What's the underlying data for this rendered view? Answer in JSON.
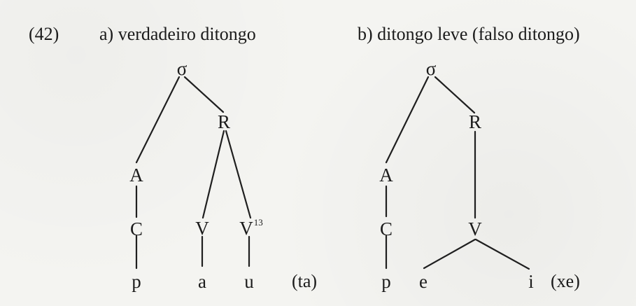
{
  "example_number": "(42)",
  "tree_a": {
    "caption": "a) verdadeiro ditongo",
    "nodes": {
      "sigma": "σ",
      "R": "R",
      "A": "A",
      "C": "C",
      "V1": "V",
      "V2": "V",
      "V2_sup": "13",
      "p": "p",
      "a": "a",
      "u": "u"
    },
    "gloss": "(ta)"
  },
  "tree_b": {
    "caption": "b) ditongo leve (falso ditongo)",
    "nodes": {
      "sigma": "σ",
      "R": "R",
      "A": "A",
      "C": "C",
      "V": "V",
      "p": "p",
      "e": "e",
      "i": "i"
    },
    "gloss": "(xe)"
  }
}
